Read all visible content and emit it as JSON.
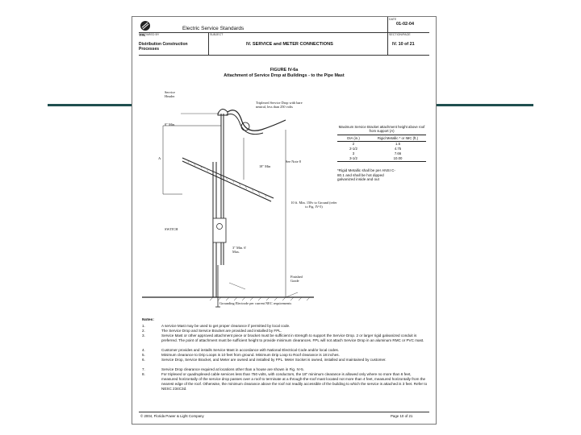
{
  "header": {
    "company_logo": "FPL",
    "doc_title": "Electric Service Standards",
    "date_label": "DATE",
    "date_value": "01-02-04",
    "prepared_by_label": "PREPARED BY",
    "subject_label": "SUBJECT",
    "section_label": "SECTION/PAGE",
    "prepared_by_value": "Distribution Construction Processes",
    "subject_value": "IV. SERVICE and METER CONNECTIONS",
    "page_value": "IV. 10 of 21"
  },
  "figure": {
    "number": "FIGURE IV-6a",
    "title": "Attachment of Service Drop at Buildings - to the Pipe Mast",
    "labels": {
      "service_header": "Service Header",
      "triplexed_drop": "Triplexed Service Drop with bare neutral, less than 250 volts",
      "zero_min": "0\" Min.",
      "a": "A",
      "eighteen_min": "18\" Min",
      "see_note": "See Note 8",
      "ten_min": "10 ft. Min. 150v to Ground (refer to Fig. IV-5)",
      "switch": "SWITCH",
      "mast_min": "3\" Min. 6' Max.",
      "finished_grade": "Finished Grade",
      "grounding": "Grounding Electrode per current NEC requirements"
    },
    "table": {
      "title": "Maximum Service Bracket attachment height above roof from support (A)",
      "col1": "DIA (in.)",
      "col2": "Rigid Metallic * or IMC (ft.)",
      "rows": [
        [
          "2",
          "1.5"
        ],
        [
          "2-1/2",
          "4.75"
        ],
        [
          "3",
          "7.66"
        ],
        [
          "3-1/2",
          "10.00"
        ]
      ],
      "footnote": "*Rigid Metallic shall be per ANSI C-80.1 and shall be hot dipped galvanized inside and out"
    }
  },
  "notes": {
    "heading": "Notes:",
    "items": [
      {
        "n": "1.",
        "t": "A service Mast may be used to get proper clearance if permitted by local code."
      },
      {
        "n": "2.",
        "t": "The Service Drop and Service Bracket are provided and installed by FPL."
      },
      {
        "n": "3.",
        "t": "Service Mast or other approved attachment piece or bracket must be sufficient in strength to support the Service Drop. 2 or larger rigid galvanized conduit is preferred. The point of attachment must be sufficient height to provide minimum clearances. FPL will not attach Service Drop in an aluminum RMC or PVC mast."
      },
      {
        "n": "4.",
        "t": "Customer provides and installs Service Mast in accordance with National Electrical Code and/or local codes."
      },
      {
        "n": "5.",
        "t": "Minimum clearance to Drip Loops is 10 feet from ground. Minimum Drip Loop to Roof clearance is 18 inches."
      },
      {
        "n": "6.",
        "t": "Service Drop, Service Bracket, and Meter are owned and installed by FPL. Meter Socket is owned, installed and maintained by customer."
      },
      {
        "n": "7.",
        "t": "Service Drop clearance required at locations other than a house are shown in Fig. IV-5."
      },
      {
        "n": "8.",
        "t": "For triplexed or quadruplexed cable services less than 750 volts, with conductors, the 18\" minimum clearance is allowed only where no more than 6 feet, measured horizontally of the service drop passes over a roof to terminate at a through-the-roof mast located not more than 4 feet, measured horizontally from the nearest edge of the roof. Otherwise, the minimum clearance above the roof not readily accessible of the building to which the service is attached is 3 feet. Refer to NESC 234C3d."
      }
    ]
  },
  "footer": {
    "copyright": "© 2004, Florida Power & Light Company",
    "page": "Page 10 of 21"
  }
}
